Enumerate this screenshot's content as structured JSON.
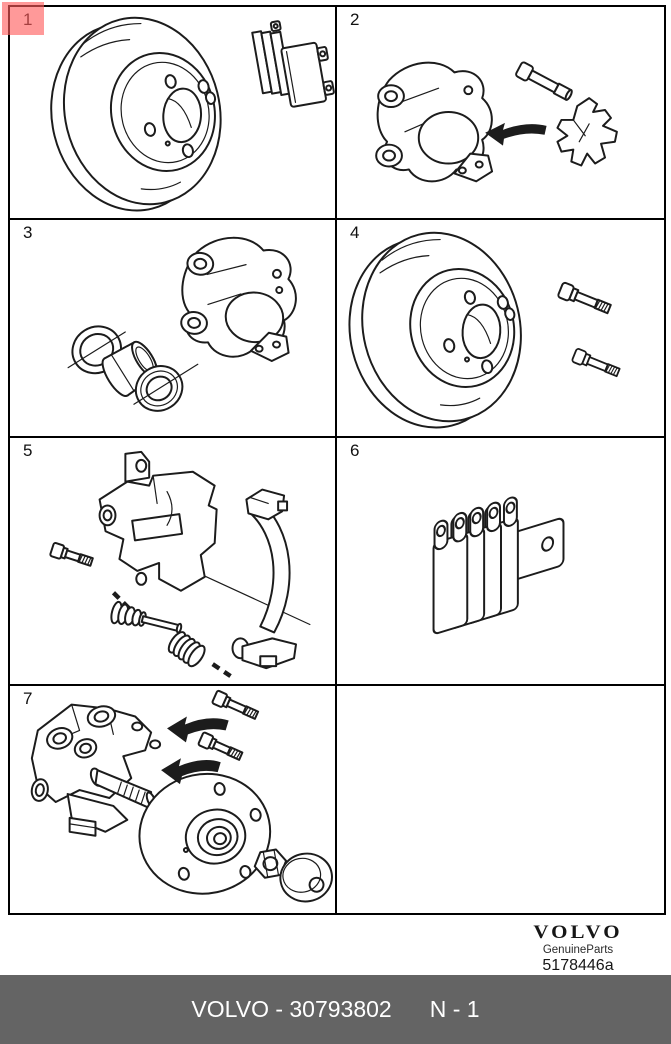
{
  "panels": [
    {
      "number": "1",
      "highlighted": true,
      "illustration": "brake-disc-and-pads"
    },
    {
      "number": "2",
      "highlighted": false,
      "illustration": "caliper-guide-pin-and-retaining-clip"
    },
    {
      "number": "3",
      "highlighted": false,
      "illustration": "caliper-and-piston-seal-kit"
    },
    {
      "number": "4",
      "highlighted": false,
      "illustration": "brake-disc-and-bolts"
    },
    {
      "number": "5",
      "highlighted": false,
      "illustration": "caliper-bracket-guide-pin-and-springs"
    },
    {
      "number": "6",
      "highlighted": false,
      "illustration": "brake-pad-set"
    },
    {
      "number": "7",
      "highlighted": false,
      "illustration": "spindle-wheel-hub-nut-and-cap"
    },
    {
      "number": "",
      "highlighted": false,
      "illustration": "empty"
    }
  ],
  "brand_block": {
    "logo": "VOLVO",
    "subtitle": "GenuineParts",
    "reference": "5178446a"
  },
  "footer": {
    "part_label": "VOLVO - 30793802",
    "page_label": "N - 1"
  },
  "colors": {
    "footer_background": "#646464",
    "highlight": "rgba(255,90,90,0.62)",
    "line": "#1c1c1c"
  }
}
